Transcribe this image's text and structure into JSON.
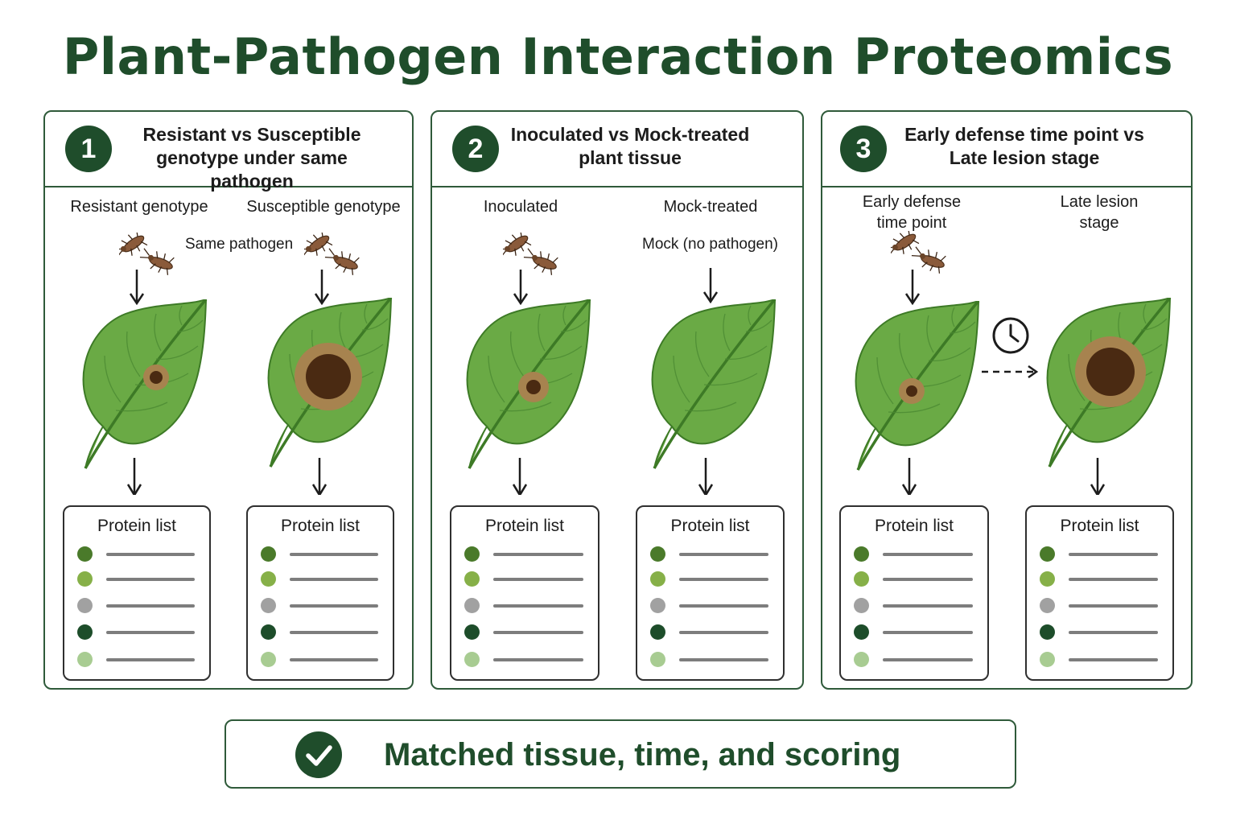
{
  "title": "Plant-Pathogen Interaction Proteomics",
  "panels": [
    {
      "number": "1",
      "title_line1": "Resistant vs Susceptible",
      "title_line2": "genotype under same pathogen",
      "left_label": "Resistant genotype",
      "right_label": "Susceptible genotype",
      "note": "Same pathogen",
      "left_list_title": "Protein list",
      "right_list_title": "Protein list"
    },
    {
      "number": "2",
      "title_line1": "Inoculated vs Mock-treated",
      "title_line2": "plant tissue",
      "left_label": "Inoculated",
      "right_label": "Mock-treated",
      "note": "Mock (no pathogen)",
      "left_list_title": "Protein list",
      "right_list_title": "Protein list"
    },
    {
      "number": "3",
      "title_line1": "Early defense time point vs",
      "title_line2": "Late lesion stage",
      "left_label_line1": "Early defense",
      "left_label_line2": "time point",
      "right_label_line1": "Late lesion",
      "right_label_line2": "stage",
      "left_list_title": "Protein list",
      "right_list_title": "Protein list"
    }
  ],
  "footer": {
    "text": "Matched tissue, time, and scoring"
  },
  "protein_dot_colors": [
    "#4a7a2a",
    "#86b048",
    "#a1a1a1",
    "#1d4d2a",
    "#a8cc92"
  ],
  "colors": {
    "accent": "#1f4d2b",
    "leaf": "#6aaa45",
    "leaf_stroke": "#3d7a26",
    "lesion_halo": "#a7834f",
    "lesion_core": "#4a2a12"
  },
  "icons": [
    "pathogen-icon",
    "leaf-icon",
    "clock-icon",
    "check-icon",
    "arrow-down-icon"
  ]
}
